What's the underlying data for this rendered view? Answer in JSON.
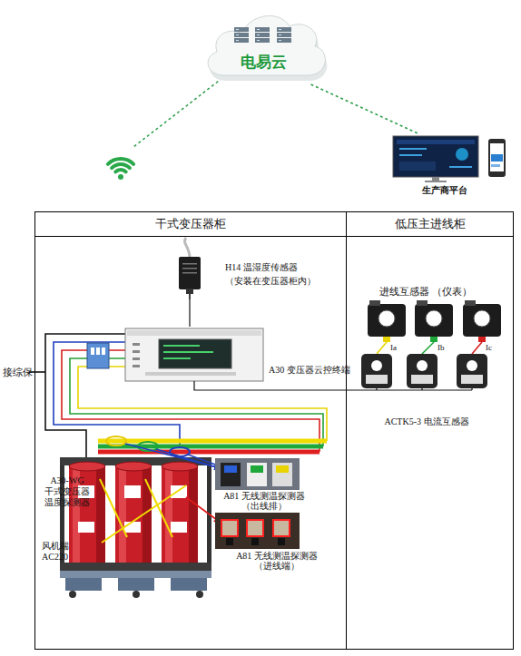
{
  "diagram": {
    "nodes": [
      {
        "text": [
          "电易云"
        ]
      },
      {
        "text": [
          "生产商平台"
        ]
      },
      {
        "text": [
          "干式变压器柜"
        ]
      },
      {
        "text": [
          "低压主进线柜"
        ]
      },
      {
        "text": [
          "H14 温湿度传感器 （安装在变压器柜内）"
        ],
        "in": 2
      },
      {
        "text": [
          "A30 变压器云控终端"
        ],
        "in": 2
      },
      {
        "text": [
          "ACTK5-3 电流互感器"
        ],
        "in": 3
      }
    ],
    "edges": [
      {
        "from": 0,
        "to": 1,
        "arrow": "none"
      },
      {
        "from": 4,
        "to": 5,
        "arrow": "none"
      },
      {
        "from": 5,
        "to": 6,
        "arrow": "none"
      }
    ],
    "labels": [
      "接综保",
      "A30-WG 干式变压器 温度探测器",
      "A81 无线测温探测器 （出线排）",
      "A81 无线测温探测器 （进线端）",
      "风机端 AC220",
      "进线互感器 （仪表）",
      "Ia",
      "Ib",
      "Ic"
    ]
  }
}
